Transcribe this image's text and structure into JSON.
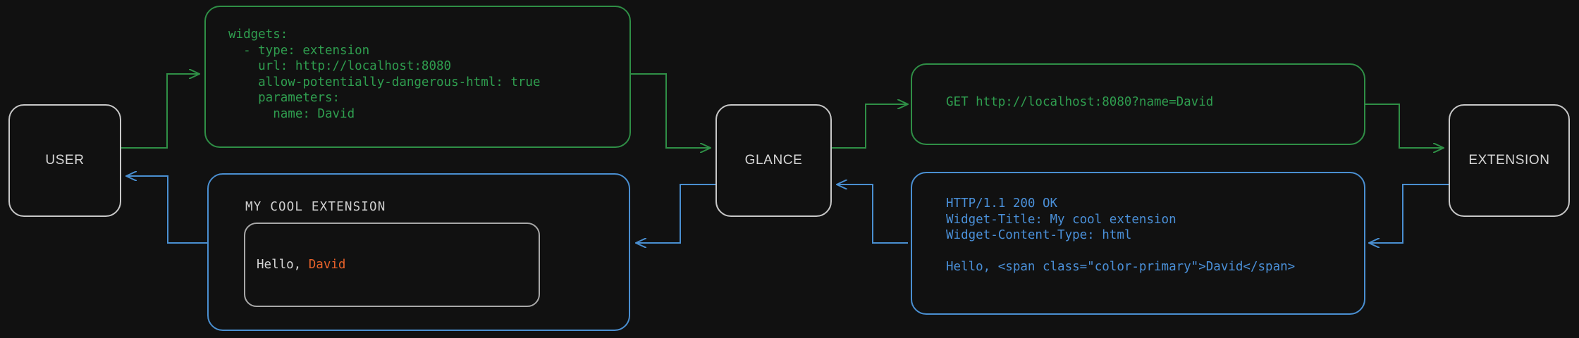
{
  "theme": {
    "background": "#111111",
    "node_border": "#c8c8c8",
    "node_text": "#d6d6d6",
    "request_color": "#2f9e4f",
    "response_color": "#4a90d9",
    "accent_color": "#e8622a",
    "card_border": "#a8a8a8"
  },
  "nodes": [
    {
      "id": "user",
      "label": "USER"
    },
    {
      "id": "glance",
      "label": "GLANCE"
    },
    {
      "id": "extension",
      "label": "EXTENSION"
    }
  ],
  "config_box": {
    "name": "glance-yaml-config",
    "color": "#2f9e4f",
    "lines": [
      "widgets:",
      "  - type: extension",
      "    url: http://localhost:8080",
      "    allow-potentially-dangerous-html: true",
      "    parameters:",
      "      name: David"
    ],
    "text": "widgets:\n  - type: extension\n    url: http://localhost:8080\n    allow-potentially-dangerous-html: true\n    parameters:\n      name: David"
  },
  "request_box": {
    "name": "http-request",
    "color": "#2f9e4f",
    "lines": [
      "GET http://localhost:8080?name=David"
    ],
    "text": "GET http://localhost:8080?name=David"
  },
  "response_box": {
    "name": "http-response",
    "color": "#4a90d9",
    "lines": [
      "HTTP/1.1 200 OK",
      "Widget-Title: My cool extension",
      "Widget-Content-Type: html",
      "",
      "Hello, <span class=\"color-primary\">David</span>"
    ],
    "text": "HTTP/1.1 200 OK\nWidget-Title: My cool extension\nWidget-Content-Type: html\n\nHello, <span class=\"color-primary\">David</span>"
  },
  "rendered_widget": {
    "name": "rendered-widget-preview",
    "border_color": "#4a90d9",
    "title": "MY COOL EXTENSION",
    "body_prefix": "Hello, ",
    "body_accent": "David"
  },
  "arrows": [
    {
      "id": "user-to-config",
      "color": "#2f9e4f",
      "direction": "right"
    },
    {
      "id": "config-to-glance",
      "color": "#2f9e4f",
      "direction": "right"
    },
    {
      "id": "glance-to-request",
      "color": "#2f9e4f",
      "direction": "right"
    },
    {
      "id": "request-to-extension",
      "color": "#2f9e4f",
      "direction": "right"
    },
    {
      "id": "extension-to-response",
      "color": "#4a90d9",
      "direction": "left"
    },
    {
      "id": "response-to-glance",
      "color": "#4a90d9",
      "direction": "left"
    },
    {
      "id": "glance-to-widget",
      "color": "#4a90d9",
      "direction": "left"
    },
    {
      "id": "widget-to-user",
      "color": "#4a90d9",
      "direction": "left"
    }
  ]
}
